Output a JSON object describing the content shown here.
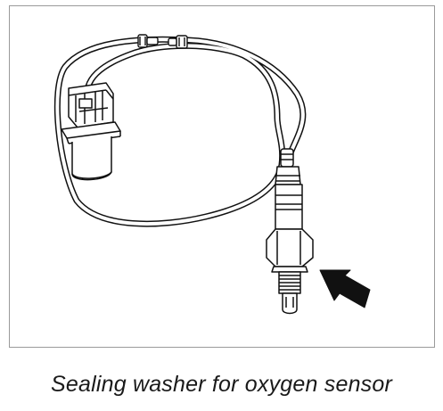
{
  "figure": {
    "caption": "Sealing washer for oxygen sensor",
    "illustration": "oxygen-sensor-with-cable-and-connector",
    "callout": "arrow-pointing-at-sealing-washer"
  },
  "colors": {
    "line": "#111111",
    "background": "#ffffff",
    "frame": "#9a9a9a",
    "caption": "#1a1a1a"
  }
}
